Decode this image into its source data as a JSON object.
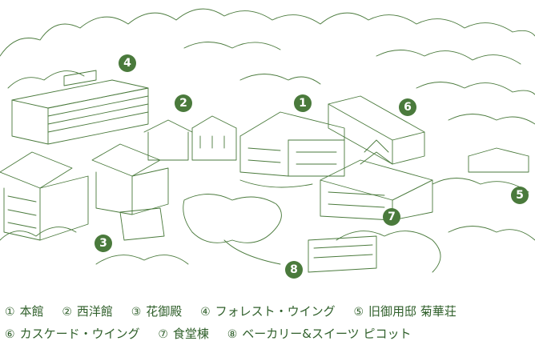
{
  "colors": {
    "line": "#4a7a3c",
    "marker_fill": "#4a7a3c",
    "marker_text": "#ffffff",
    "legend_text": "#2f5f2a",
    "background": "#ffffff"
  },
  "markers": [
    {
      "id": "1",
      "label": "1"
    },
    {
      "id": "2",
      "label": "2"
    },
    {
      "id": "3",
      "label": "3"
    },
    {
      "id": "4",
      "label": "4"
    },
    {
      "id": "5",
      "label": "5"
    },
    {
      "id": "6",
      "label": "6"
    },
    {
      "id": "7",
      "label": "7"
    },
    {
      "id": "8",
      "label": "8"
    }
  ],
  "legend": {
    "row1": [
      {
        "num": "①",
        "name": "本館"
      },
      {
        "num": "②",
        "name": "西洋館"
      },
      {
        "num": "③",
        "name": "花御殿"
      },
      {
        "num": "④",
        "name": "フォレスト・ウイング"
      },
      {
        "num": "⑤",
        "name": "旧御用邸 菊華荘"
      }
    ],
    "row2": [
      {
        "num": "⑥",
        "name": "カスケード・ウイング"
      },
      {
        "num": "⑦",
        "name": "食堂棟"
      },
      {
        "num": "⑧",
        "name": "ベーカリー&スイーツ ピコット"
      }
    ]
  }
}
